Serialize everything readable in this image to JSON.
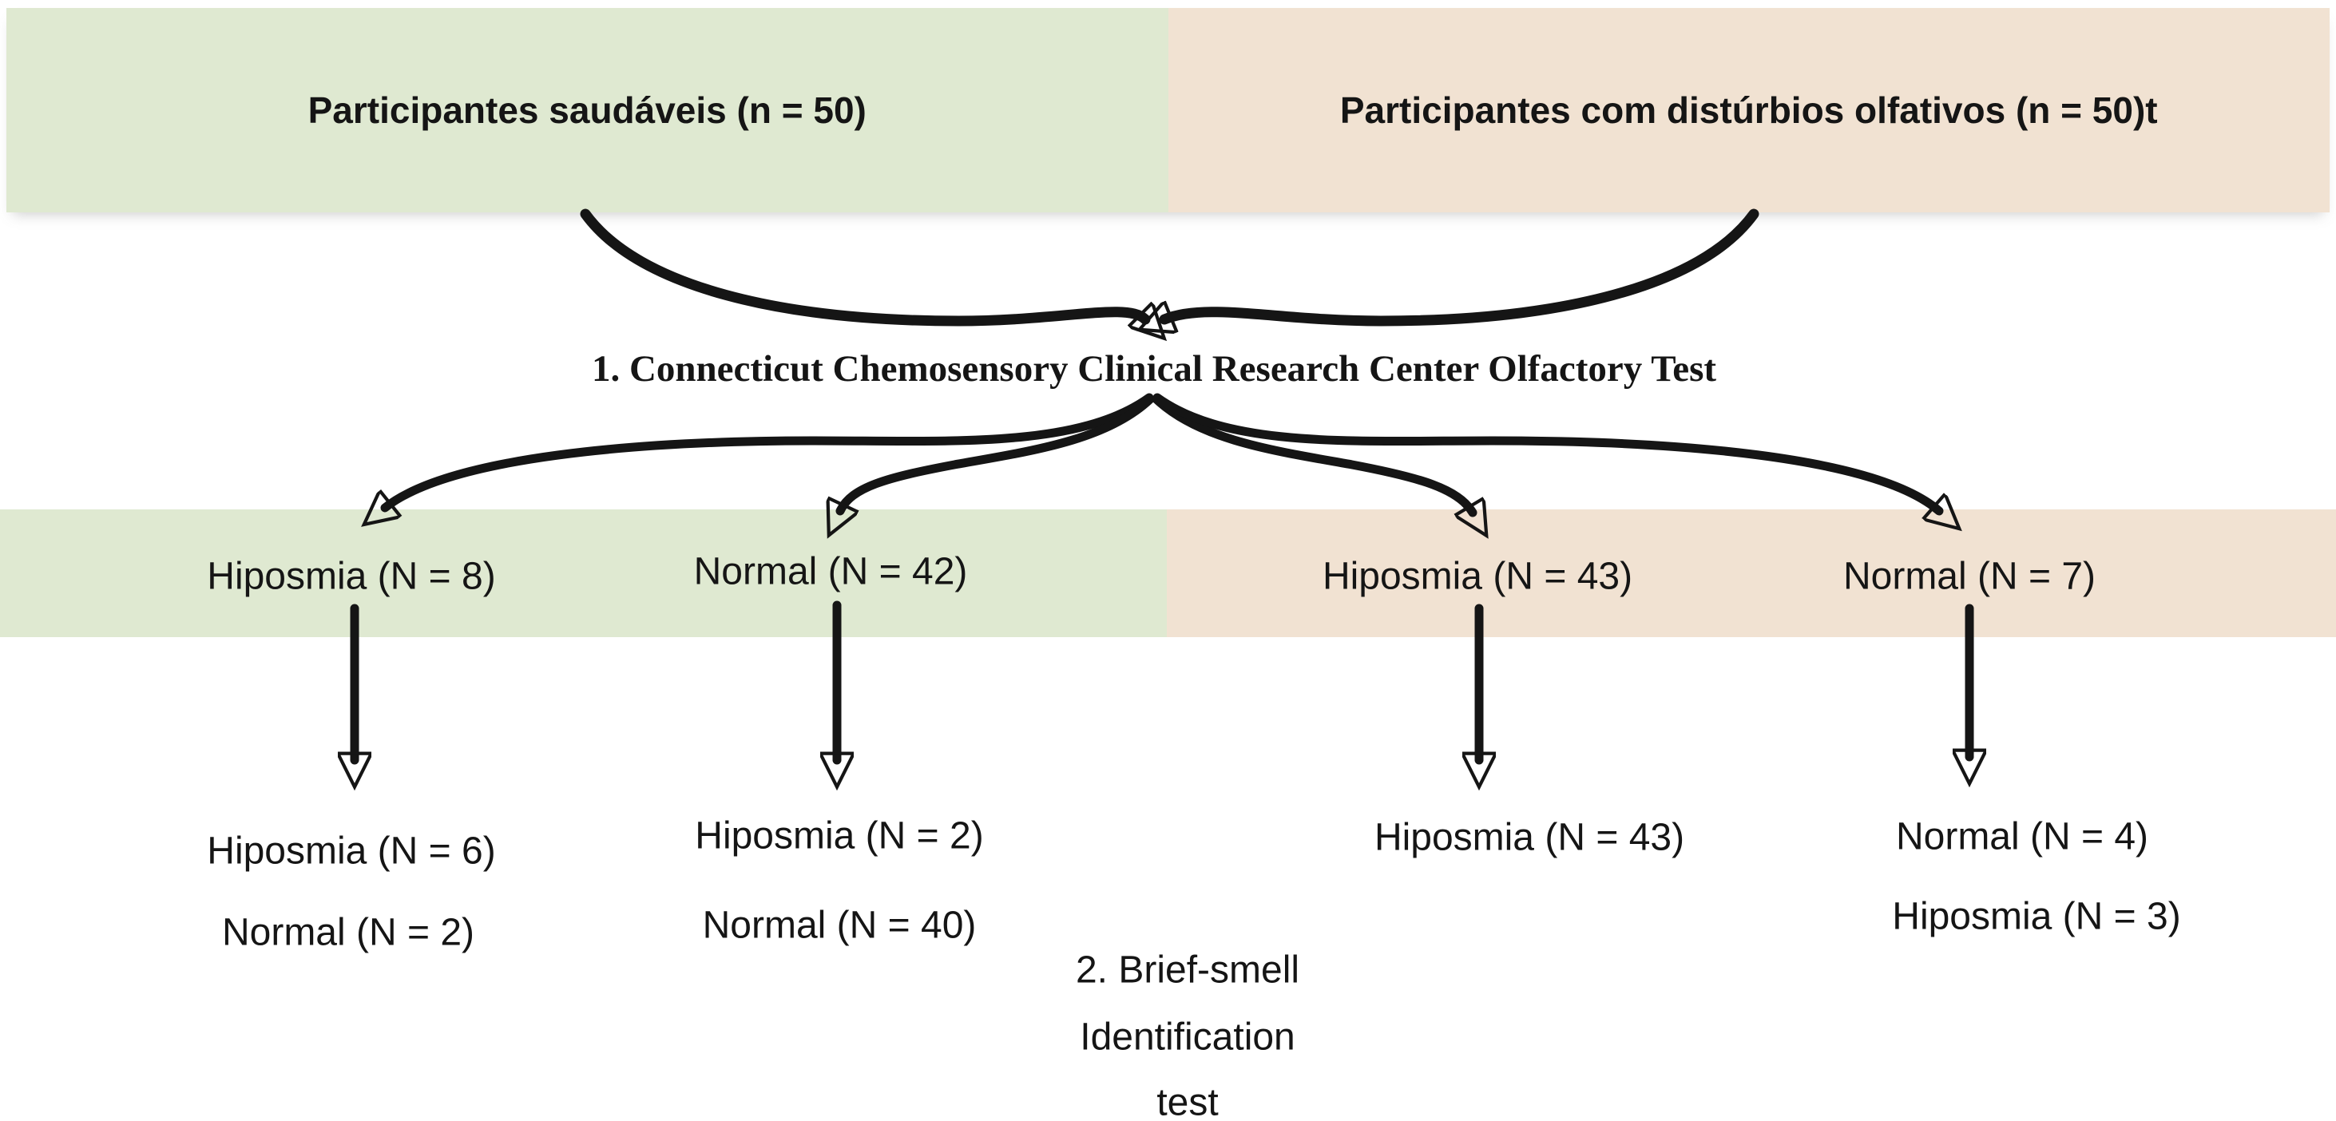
{
  "diagram": {
    "groups": [
      {
        "id": "healthy",
        "label": "Participantes saudáveis (n = 50)"
      },
      {
        "id": "disorders",
        "label": "Participantes com distúrbios olfativos (n = 50)t"
      }
    ],
    "test1_label": "1. Connecticut Chemosensory Clinical Research Center Olfactory Test",
    "test1_outcomes": [
      "Hiposmia (N = 8)",
      "Normal (N = 42)",
      "Hiposmia (N = 43)",
      "Normal (N = 7)"
    ],
    "test2_label_lines": [
      "2. Brief-smell",
      "Identification",
      "test"
    ],
    "test2_outcomes": [
      [
        "Hiposmia (N = 6)",
        "Normal (N = 2)"
      ],
      [
        "Hiposmia (N = 2)",
        "Normal (N = 40)"
      ],
      [
        "Hiposmia (N = 43)"
      ],
      [
        "Normal (N = 4)",
        "Hiposmia (N = 3)"
      ]
    ],
    "colors": {
      "healthy_band": "#dfe9d1",
      "disorders_band": "#f1e2d2",
      "ink": "#151515"
    }
  }
}
